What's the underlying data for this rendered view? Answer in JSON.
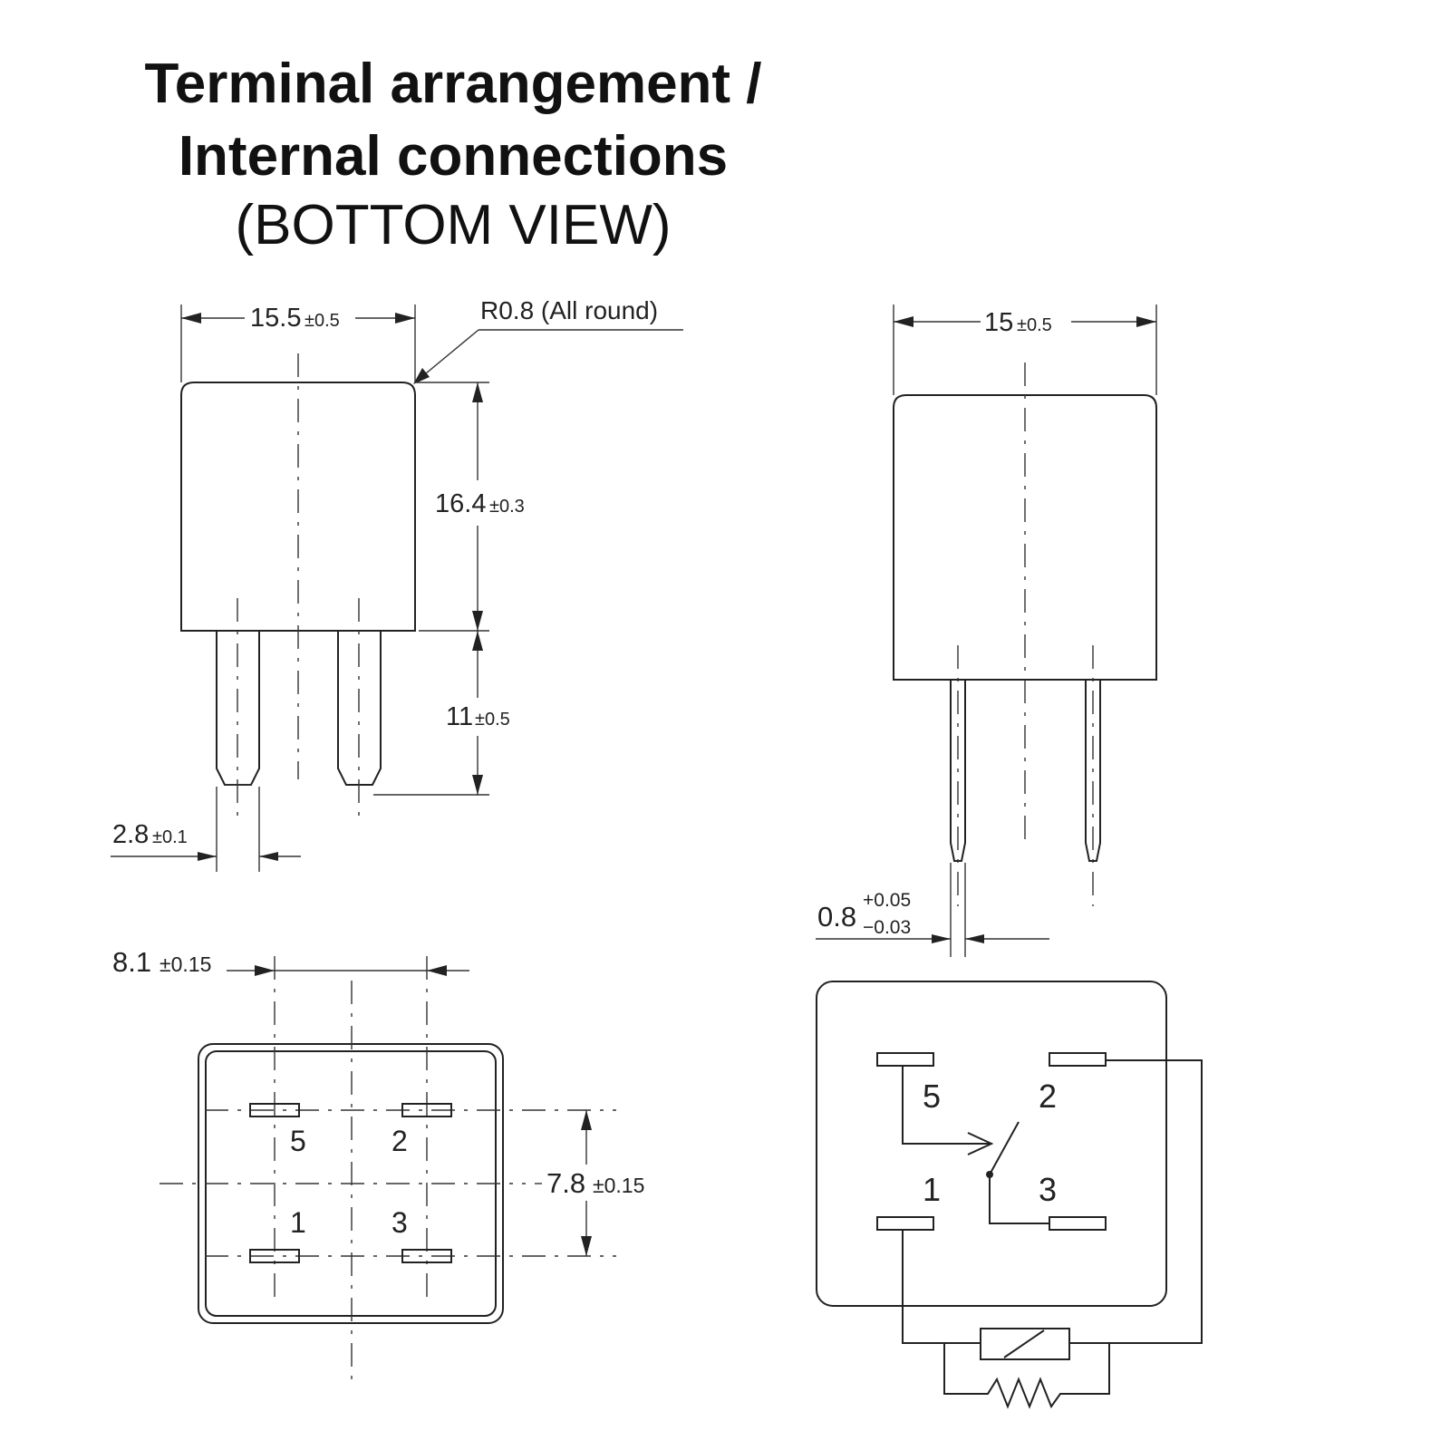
{
  "title": {
    "line1": "Terminal arrangement /",
    "line2": "Internal connections",
    "line3": "(BOTTOM VIEW)"
  },
  "side_view_left": {
    "width": "15.5",
    "width_tol": "±0.5",
    "radius_note": "R0.8 (All round)",
    "body_height": "16.4",
    "body_height_tol": "±0.3",
    "pin_length": "11",
    "pin_length_tol": "±0.5",
    "pin_width": "2.8",
    "pin_width_tol": "±0.1"
  },
  "side_view_right": {
    "width": "15",
    "width_tol": "±0.5",
    "pin_width": "0.8",
    "pin_tol_plus": "+0.05",
    "pin_tol_minus": "−0.03"
  },
  "bottom_view": {
    "pitch_x": "8.1",
    "pitch_x_tol": "±0.15",
    "pitch_y": "7.8",
    "pitch_y_tol": "±0.15",
    "terminals": [
      "5",
      "2",
      "1",
      "3"
    ]
  },
  "schematic": {
    "terminals": [
      "5",
      "2",
      "1",
      "3"
    ]
  }
}
